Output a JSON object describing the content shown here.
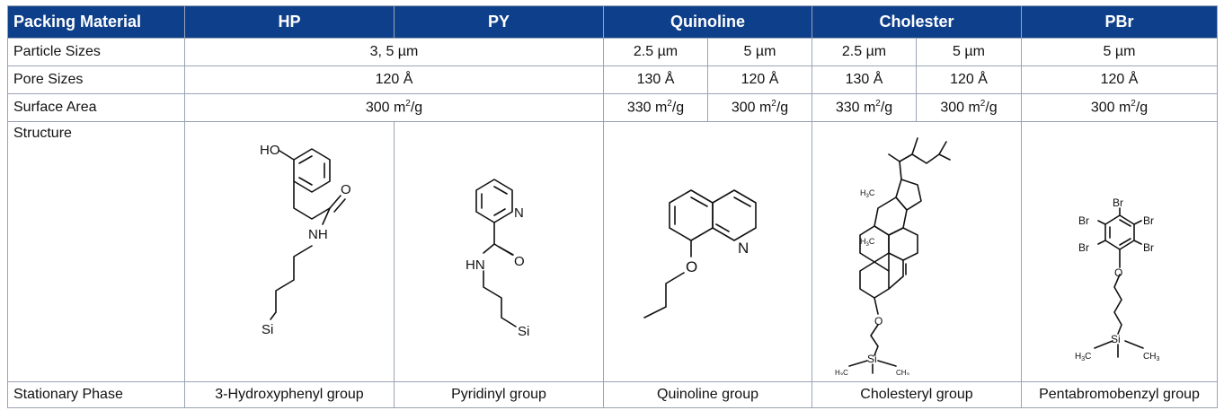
{
  "header": {
    "label": "Packing Material",
    "columns": [
      "HP",
      "PY",
      "Quinoline",
      "Cholester",
      "PBr"
    ]
  },
  "particle_sizes": {
    "label": "Particle Sizes",
    "hp_py": "3, 5 µm",
    "quinoline_a": "2.5 µm",
    "quinoline_b": "5 µm",
    "cholester_a": "2.5 µm",
    "cholester_b": "5 µm",
    "pbr": "5 µm"
  },
  "pore_sizes": {
    "label": "Pore Sizes",
    "hp_py": "120 Å",
    "quinoline_a": "130 Å",
    "quinoline_b": "120 Å",
    "cholester_a": "130 Å",
    "cholester_b": "120 Å",
    "pbr": "120 Å"
  },
  "surface_area": {
    "label": "Surface Area",
    "hp_py": "300 m",
    "quinoline_a": "330 m",
    "quinoline_b": "300 m",
    "cholester_a": "330 m",
    "cholester_b": "300 m",
    "pbr": "300 m",
    "sup": "2",
    "unit_tail": "/g"
  },
  "structure": {
    "label": "Structure",
    "hp": {
      "ho": "HO",
      "o": "O",
      "nh": "NH",
      "si": "Si"
    },
    "py": {
      "n": "N",
      "hn": "HN",
      "o": "O",
      "si": "Si"
    },
    "quinoline": {
      "n": "N",
      "o": "O"
    },
    "cholester": {
      "h3c_a": "H",
      "h3c_b": "H",
      "o": "O",
      "si": "Si",
      "ch3": "CH",
      "sub3": "3",
      "c": "C"
    },
    "pbr": {
      "br": "Br",
      "o": "O",
      "si": "Si",
      "h3c": "H",
      "ch": "CH",
      "sub3": "3",
      "c": "C"
    }
  },
  "stationary_phase": {
    "label": "Stationary Phase",
    "hp": "3-Hydroxyphenyl group",
    "py": "Pyridinyl group",
    "quinoline": "Quinoline group",
    "cholester": "Cholesteryl group",
    "pbr": "Pentabromobenzyl group"
  }
}
